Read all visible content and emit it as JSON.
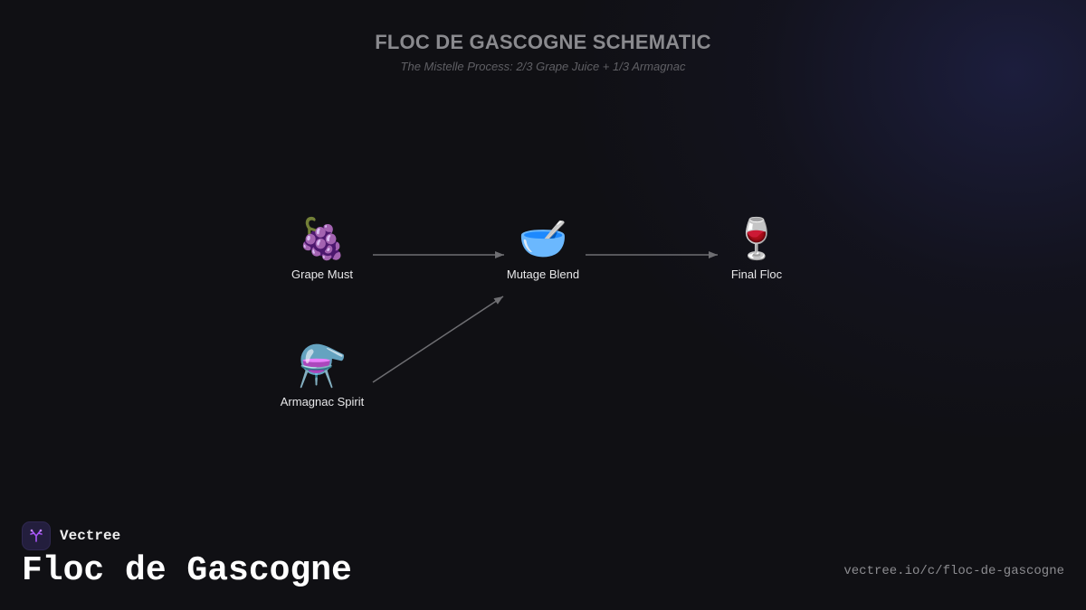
{
  "diagram": {
    "title": "FLOC DE GASCOGNE SCHEMATIC",
    "subtitle": "The Mistelle Process: 2/3 Grape Juice + 1/3 Armagnac",
    "nodes": {
      "grape_must": {
        "icon": "🍇",
        "icon_name": "grapes-icon",
        "label": "Grape Must"
      },
      "armagnac_spirit": {
        "icon": "⚗️",
        "icon_name": "alembic-icon",
        "label": "Armagnac Spirit"
      },
      "mutage_blend": {
        "icon": "🥣",
        "icon_name": "mixing-bowl-icon",
        "label": "Mutage Blend"
      },
      "final_floc": {
        "icon": "🍷",
        "icon_name": "wine-glass-icon",
        "label": "Final Floc"
      }
    },
    "edges": [
      {
        "from": "Grape Must",
        "to": "Mutage Blend"
      },
      {
        "from": "Armagnac Spirit",
        "to": "Mutage Blend"
      },
      {
        "from": "Mutage Blend",
        "to": "Final Floc"
      }
    ]
  },
  "footer": {
    "brand_name": "Vectree",
    "page_title": "Floc de Gascogne",
    "url": "vectree.io/c/floc-de-gascogne"
  },
  "colors": {
    "background": "#101014",
    "edge": "#6e6e72",
    "accent": "#8b5cf6"
  }
}
